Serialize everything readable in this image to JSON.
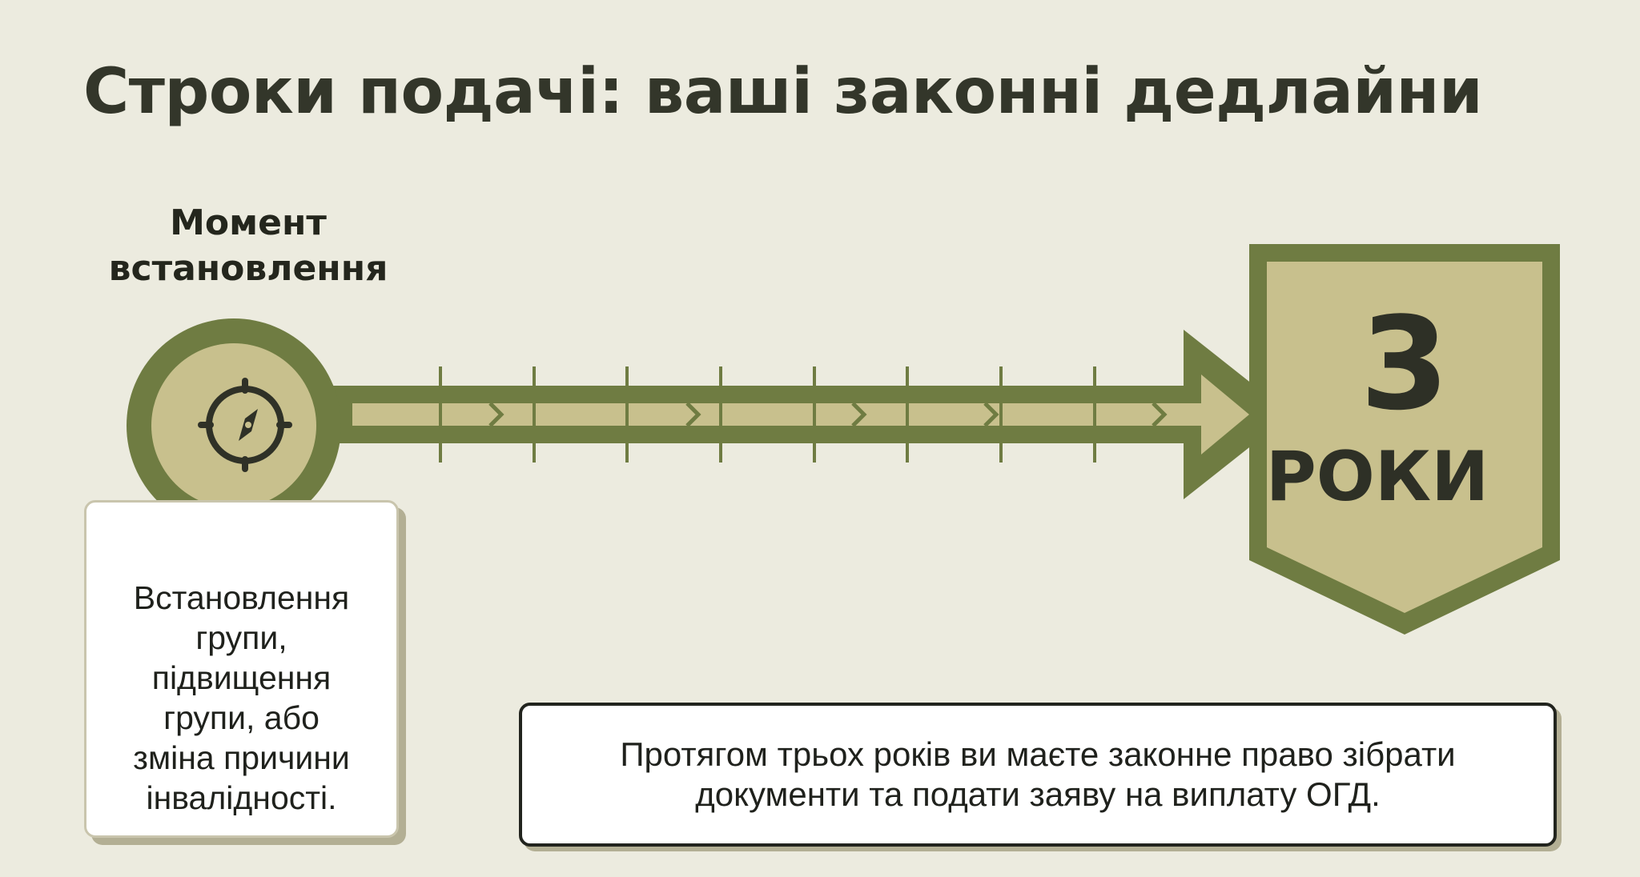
{
  "title": "Строки подачі: ваші законні дедлайни",
  "start": {
    "label_lines": [
      "Момент",
      "встановлення"
    ],
    "icon": "compass-icon"
  },
  "left_card": {
    "lines": [
      "Встановлення",
      "групи,",
      "підвищення",
      "групи, або",
      "зміна причини",
      "інвалідності."
    ]
  },
  "deadline": {
    "number": "3",
    "unit": "РОКИ"
  },
  "bottom_card": {
    "lines": [
      "Протягом трьох років ви маєте законне право зібрати",
      "документи та подати заяву на виплату ОГД."
    ]
  },
  "colors": {
    "background": "#ecebdf",
    "olive_dark": "#6f7c42",
    "olive_light": "#c8c08d",
    "text_dark": "#24261d"
  }
}
